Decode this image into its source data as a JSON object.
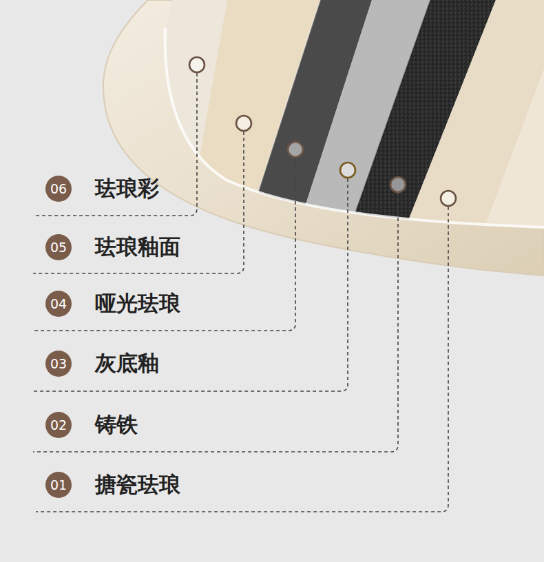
{
  "diagram": {
    "nodes": [
      {
        "text": [
          "06"
        ]
      },
      {
        "text": [
          "05"
        ]
      },
      {
        "text": [
          "04"
        ]
      },
      {
        "text": [
          "03"
        ]
      },
      {
        "text": [
          "02"
        ]
      },
      {
        "text": [
          "01"
        ]
      }
    ],
    "labels": [
      "珐琅彩",
      "珐琅釉面",
      "哑光珐琅",
      "灰底釉",
      "铸铁",
      "搪瓷珐琅"
    ]
  }
}
